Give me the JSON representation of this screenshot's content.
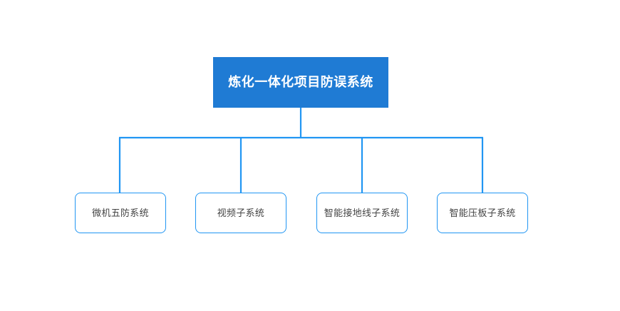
{
  "chart_data": {
    "type": "diagram",
    "diagram_type": "organization-tree",
    "title": "炼化一体化项目防误系统",
    "orientation": "top-down",
    "levels": 2,
    "background_color": "#ffffff",
    "root": {
      "label": "炼化一体化项目防误系统",
      "fill_color": "#1f7bd4",
      "text_color": "#ffffff",
      "shape": "rectangle"
    },
    "connector_color": "#2196f3",
    "children": [
      {
        "label": "微机五防系统",
        "fill_color": "#ffffff",
        "border_color": "#2196f3",
        "text_color": "#444444",
        "shape": "rounded-rectangle"
      },
      {
        "label": "视频子系统",
        "fill_color": "#ffffff",
        "border_color": "#2196f3",
        "text_color": "#444444",
        "shape": "rounded-rectangle"
      },
      {
        "label": "智能接地线子系统",
        "fill_color": "#ffffff",
        "border_color": "#2196f3",
        "text_color": "#444444",
        "shape": "rounded-rectangle"
      },
      {
        "label": "智能压板子系统",
        "fill_color": "#ffffff",
        "border_color": "#2196f3",
        "text_color": "#444444",
        "shape": "rounded-rectangle"
      }
    ]
  }
}
